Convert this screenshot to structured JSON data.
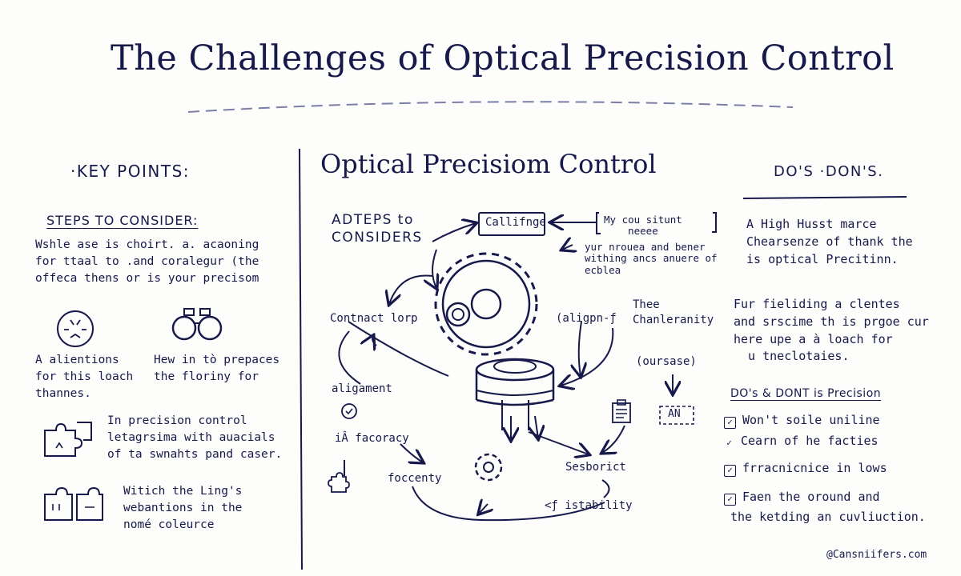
{
  "title": "The Challenges of Optical Precision Control",
  "left": {
    "heading": "·KEY POINTS:",
    "subheading": "STEPS TO CONSIDER:",
    "paragraph": "Wshle ase is choirt. a. acaoning\nfor ttaal to .and coralegur (the\noffeca thens or is your precisom",
    "caption_1": "A alientions\nfor this loach\nthannes.",
    "caption_2": "Hew in tò prepaces\nthe floriny for",
    "caption_3": "In precision control\nletagrsima with auacials\nof ta swnahts pand caser.",
    "caption_4": "Witich the Ling's\nwebantions in the\nnomé coleurce"
  },
  "center": {
    "heading": "Optical Precisiom Control",
    "steps_label": "ADTEPS to\nCONSIDERS",
    "box_label": "Callifnge",
    "note_box": "My cou situnt\nneeee",
    "note_text": "yur nrouea and bener\nwithing ancs anuere of\necblea",
    "contract": "Contnact lorp",
    "alignment_right": "(aligpn-ƒ",
    "three": "Thee\nChanleranity",
    "coursase": "(oursase)",
    "alignment_left": "aligament",
    "facuracy": "iÂ facoracy",
    "foccenty": "foccenty",
    "sesborict": "Sesborict",
    "stability": "<ƒ istability",
    "an_tag": "AN"
  },
  "right": {
    "heading": "DO'S ·DON'S.",
    "para_1": "A High Husst marce\nChearsenze of thank the\nis optical Precitinn.",
    "para_2": "Fur fieliding a clentes\nand srscime th is prgoe cur\nhere upe a à loach for\n  u tneclotaies.",
    "subheading": "DO's & DONT is Precision",
    "checklist": [
      "Won't soile uniline",
      "Cearn of he facties",
      "frracnicnice in lows",
      "Faen the oround and"
    ],
    "last_line": "the ketding an cuvliuction.",
    "credit": "@Cansniifers.com"
  },
  "colors": {
    "ink": "#16194a",
    "paper": "#fdfdfb"
  }
}
